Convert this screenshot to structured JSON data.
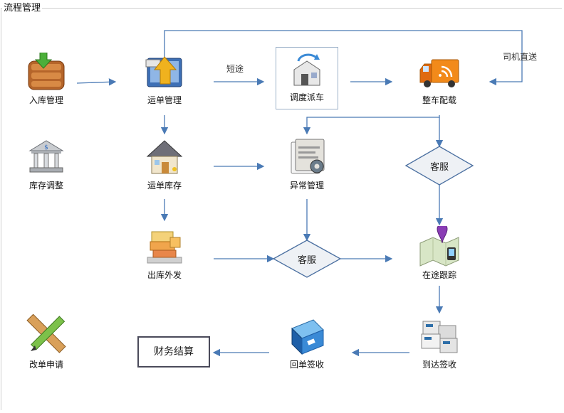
{
  "panel": {
    "title": "流程管理"
  },
  "nodes": {
    "inbound": "入库管理",
    "waybill": "运单管理",
    "dispatch": "调度派车",
    "truckload": "整车配载",
    "stock_adjust": "库存调整",
    "waybill_stock": "运单库存",
    "exception": "异常管理",
    "outbound": "出库外发",
    "tracking": "在途跟踪",
    "modify_request": "改单申请",
    "receipt_sign": "回单签收",
    "arrival_sign": "到达签收"
  },
  "edge_labels": {
    "short_haul": "短途",
    "driver_direct": "司机直送"
  },
  "decisions": {
    "customer_service_1": "客服",
    "customer_service_2": "客服"
  },
  "finance_box": "财务结算",
  "colors": {
    "arrow": "#4a7ab5",
    "diamond_border": "#4a6fa0",
    "diamond_fill": "#eef1f5"
  }
}
